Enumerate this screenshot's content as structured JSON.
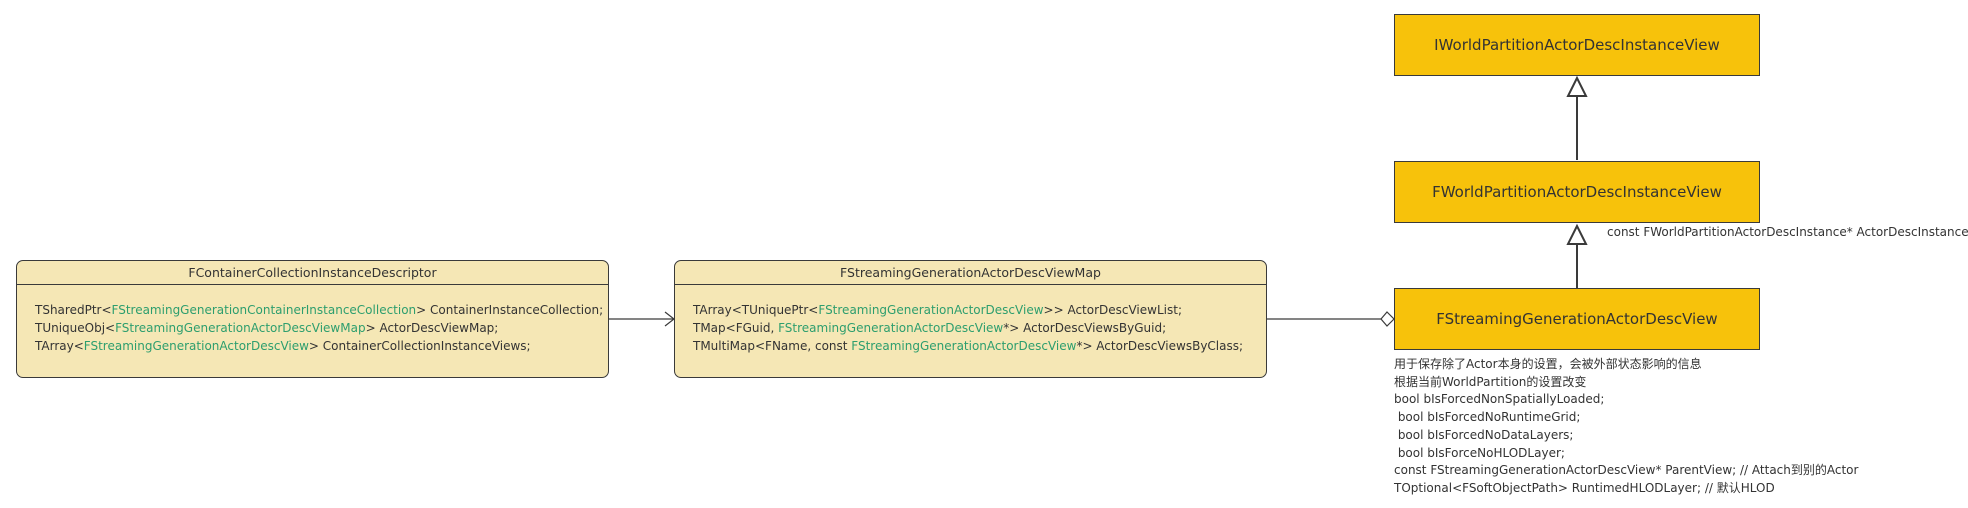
{
  "iface_top": "IWorldPartitionActorDescInstanceView",
  "iface_mid": "FWorldPartitionActorDescInstanceView",
  "iface_bot": "FStreamingGenerationActorDescView",
  "mid_label": "const FWorldPartitionActorDescInstance* ActorDescInstance;",
  "container": {
    "title": "FContainerCollectionInstanceDescriptor",
    "f1": {
      "a": "TSharedPtr<",
      "t": "FStreamingGenerationContainerInstanceCollection",
      "b": "> ContainerInstanceCollection;"
    },
    "f2": {
      "a": "TUniqueObj<",
      "t": "FStreamingGenerationActorDescViewMap",
      "b": "> ActorDescViewMap;"
    },
    "f3": {
      "a": "TArray<",
      "t": "FStreamingGenerationActorDescView",
      "b": "> ContainerCollectionInstanceViews;"
    }
  },
  "viewmap": {
    "title": "FStreamingGenerationActorDescViewMap",
    "f1": {
      "a": "TArray<TUniquePtr<",
      "t": "FStreamingGenerationActorDescView",
      "b": ">> ActorDescViewList;"
    },
    "f2": {
      "a": "TMap<FGuid, ",
      "t": "FStreamingGenerationActorDescView",
      "b": "*> ActorDescViewsByGuid;"
    },
    "f3": {
      "a": "TMultiMap<FName, const ",
      "t": "FStreamingGenerationActorDescView",
      "b": "*> ActorDescViewsByClass;"
    }
  },
  "note": [
    "用于保存除了Actor本身的设置，会被外部状态影响的信息",
    "根据当前WorldPartition的设置改变",
    "bool bIsForcedNonSpatiallyLoaded;",
    " bool bIsForcedNoRuntimeGrid;",
    " bool bIsForcedNoDataLayers;",
    " bool bIsForceNoHLODLayer;",
    "const FStreamingGenerationActorDescView* ParentView; // Attach到别的Actor",
    "TOptional<FSoftObjectPath> RuntimedHLODLayer; // 默认HLOD"
  ],
  "colors": {
    "class_fill": "#f5e7b5",
    "interface_fill": "#f7c20b",
    "type_text": "#2d9e6e"
  }
}
